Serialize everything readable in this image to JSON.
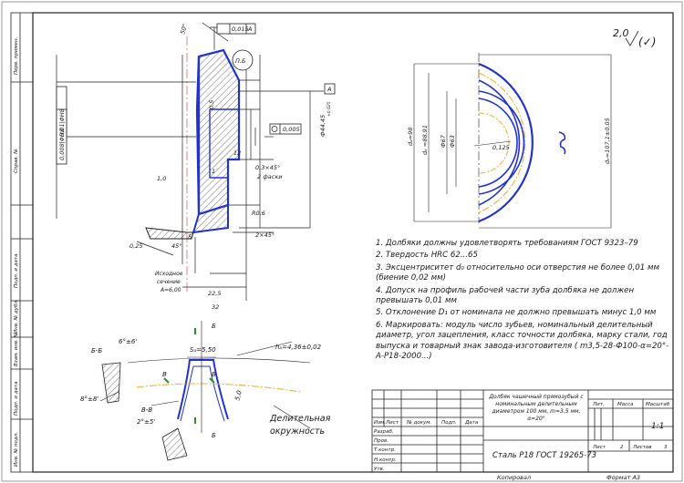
{
  "roughness": {
    "value": "2,0",
    "symbol": "(✓)"
  },
  "sectionA": {
    "tolerances": [
      "0,015",
      "0,01|ΦН8",
      "0,008|ΦН8",
      "0,005"
    ],
    "datum": "А",
    "callout": "П.Б",
    "dims": {
      "angle_top": "50°",
      "d_r": "Ф44,45",
      "d_r_tol": "+0,025",
      "r": "0,5",
      "l12": "12",
      "chamfer": "0,3×45°",
      "chamfer_note": "2 фаски",
      "dim1": "1",
      "rough10": "1,0",
      "r06": "R0,6",
      "c2": "2×45°",
      "r025": "0,25",
      "ang45": "45°",
      "five": "5",
      "l225": "22,5",
      "l32": "32",
      "source_label": "Исходное сечение А=6,00"
    }
  },
  "frontView": {
    "labels": [
      "dₐ=98",
      "dₑ =88,91",
      "Ф67",
      "Ф63",
      "0,125",
      "dₑ=107,1±0,05"
    ]
  },
  "notes": [
    "1. Долбяки должны удовлетворять требованиям ГОСТ 9323–79",
    "2. Твердость HRC 62...65",
    "3. Эксцентриситет d₀ относительно оси отверстия не более 0,01 мм (биение 0,02 мм)",
    "4. Допуск на профиль рабочей части зуба долбяка не должен превышать 0,01 мм",
    "5. Отклонение D₁ от номинала не должно превышать минус 1,0 мм",
    "6. Маркировать: модуль число зубьев, номинальный делительный диаметр, угол зацепления, класс точности долбяка, марку стали, год выпуска и товарный знак завода-изготовителя ( m3,5-28-Ф100-α=20°-А-Р18-2000...)"
  ],
  "sectionB": {
    "title": "Б-Б",
    "labels": [
      "6°±6'",
      "8°±8'",
      "Sₐ=5,50",
      "hₐ=4,36±0,02",
      "Б",
      "Б",
      "В",
      "В",
      "В-В",
      "2°±5'",
      "5,0",
      "Делительная окружность"
    ]
  },
  "titleBlock": {
    "designation": "Долбяк чашечный прямозубый с номинальным делительным диаметром 100 мм, m=3,5 мм, α=20°",
    "material": "Сталь Р18 ГОСТ 19265-73",
    "headers": [
      "Изм.",
      "Лист",
      "№ докум.",
      "Подп.",
      "Дата"
    ],
    "roles": [
      "Разраб.",
      "Пров.",
      "Т.контр.",
      "",
      "Н.контр.",
      "Утв."
    ],
    "lit_header": "Лит.",
    "mass_header": "Масса",
    "scale_header": "Масштаб",
    "scale_value": "1:1",
    "sheet_label": "Лист",
    "sheet_num": "2",
    "sheets_label": "Листов",
    "sheets_num": "3",
    "copied": "Копировал",
    "format": "Формат   А3"
  },
  "sideStamp": [
    "Перв. примен.",
    "Справ. №",
    "Подп. и дата",
    "Инв. № дубл.",
    "Взам. инв. №",
    "Подп. и дата",
    "Инв. № подл."
  ]
}
